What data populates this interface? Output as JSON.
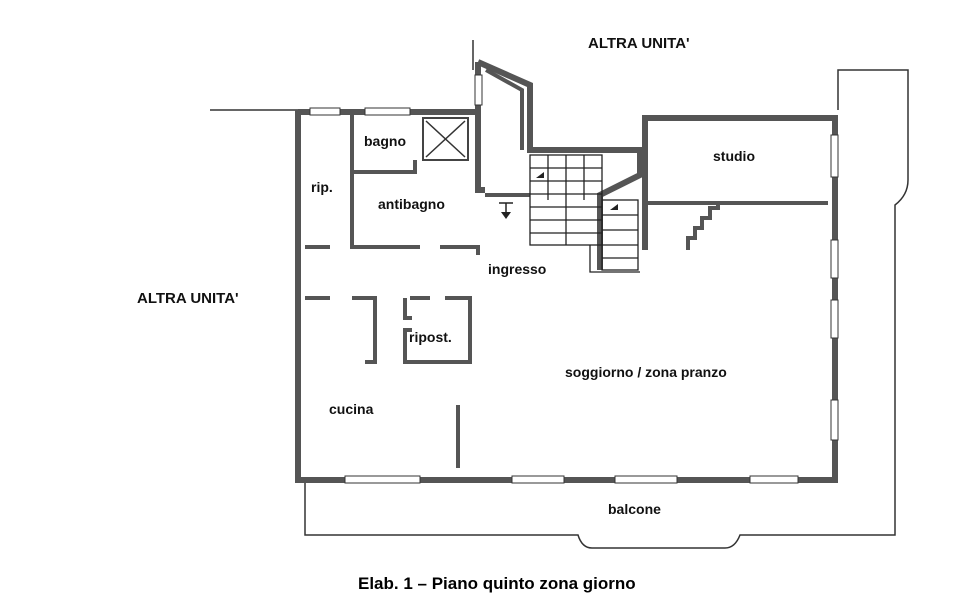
{
  "labels": {
    "altra_unita_top": "ALTRA UNITA'",
    "altra_unita_left": "ALTRA UNITA'",
    "bagno": "bagno",
    "rip": "rip.",
    "antibagno": "antibagno",
    "ingresso": "ingresso",
    "studio": "studio",
    "ripost": "ripost.",
    "soggiorno": "soggiorno / zona pranzo",
    "cucina": "cucina",
    "balcone": "balcone"
  },
  "caption": "Elab. 1 – Piano quinto zona giorno",
  "colors": {
    "wall": "#555555",
    "line": "#333333",
    "background": "#ffffff"
  }
}
